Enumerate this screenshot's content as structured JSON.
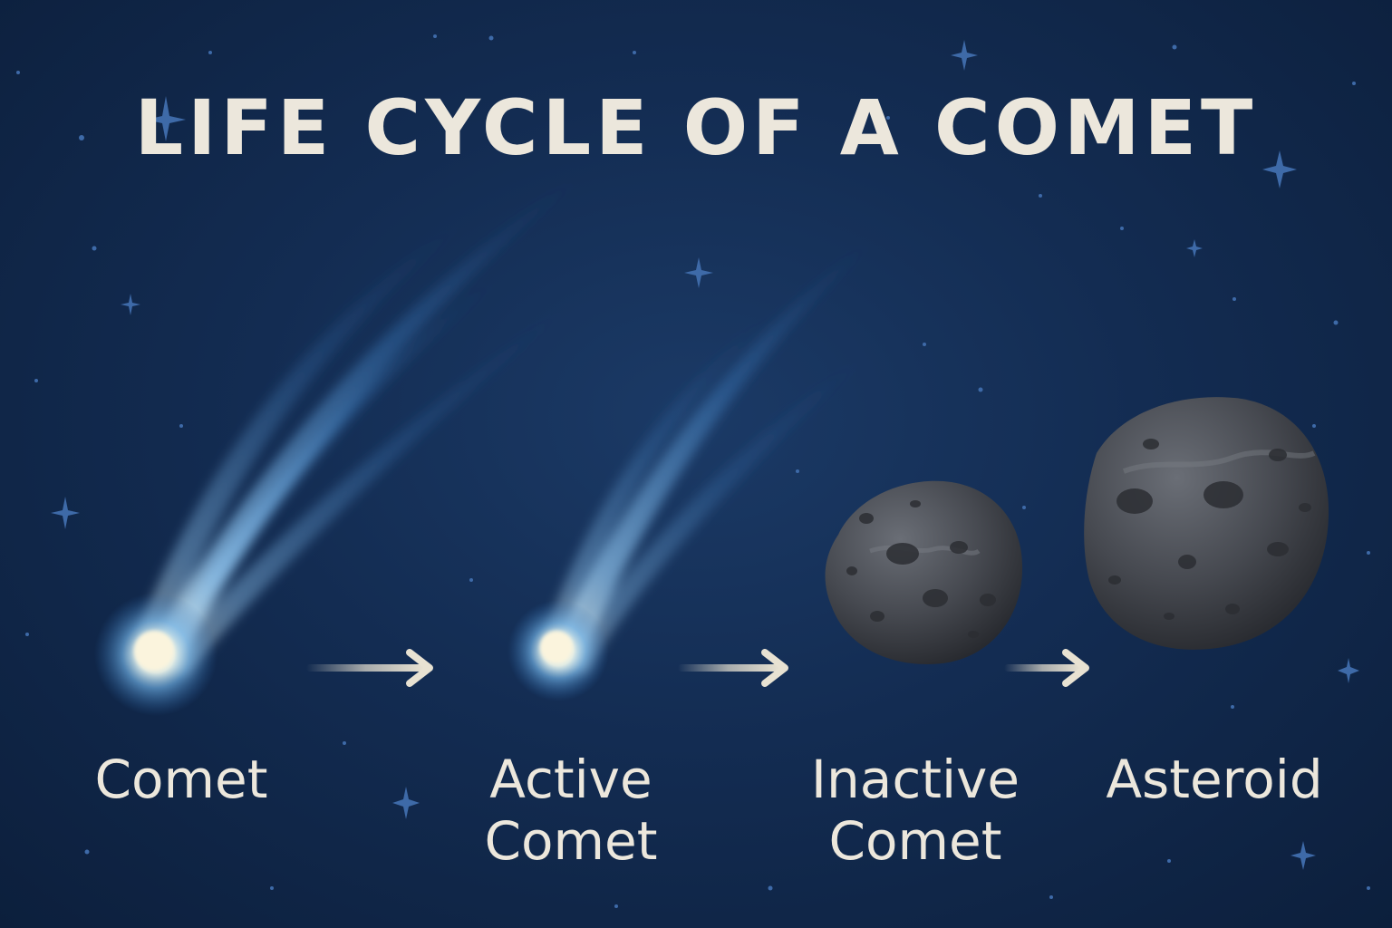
{
  "title": "LIFE CYCLE OF A COMET",
  "stages": [
    {
      "line1": "Comet",
      "line2": ""
    },
    {
      "line1": "Active",
      "line2": "Comet"
    },
    {
      "line1": "Inactive",
      "line2": "Comet"
    },
    {
      "line1": "Asteroid",
      "line2": ""
    }
  ],
  "colors": {
    "background": "#132c52",
    "text": "#ece7dc",
    "tail": "#4f8fcf",
    "nucleus": "#fbf4dd",
    "rock": "#4a4d55",
    "arrow": "#e8e2d2",
    "star": "#3e6aa8"
  }
}
